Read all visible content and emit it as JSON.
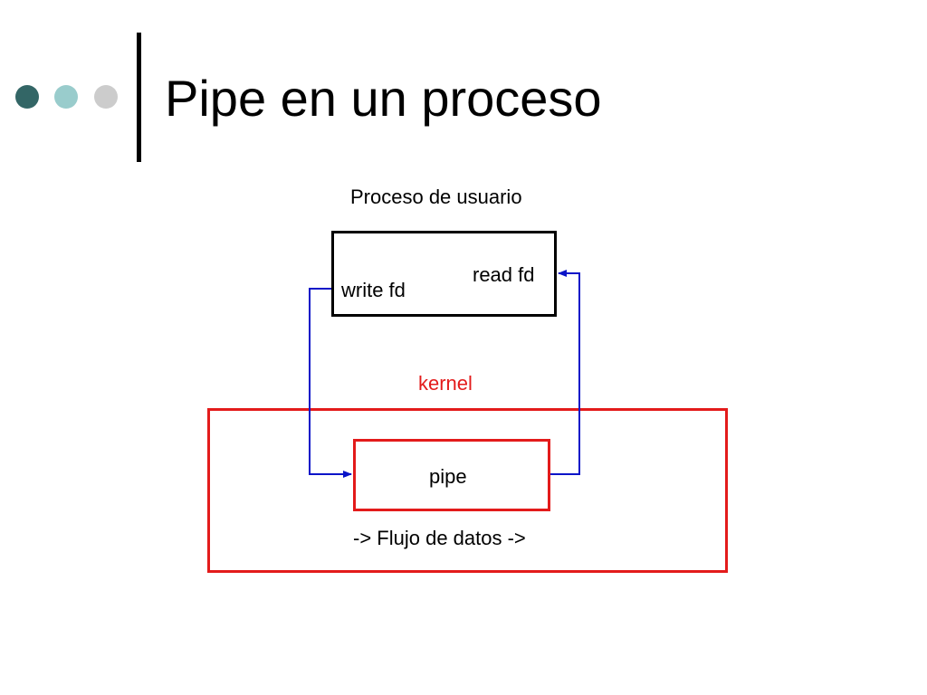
{
  "slide": {
    "title": "Pipe en un proceso",
    "bullet_colors": [
      "#336666",
      "#99CCCC",
      "#CCCCCC"
    ]
  },
  "diagram": {
    "user_process": {
      "label": "Proceso de usuario",
      "write_fd": "write fd",
      "read_fd": "read fd",
      "border_color": "#000000"
    },
    "kernel": {
      "label": "kernel",
      "color": "#e31b1b"
    },
    "pipe": {
      "label": "pipe",
      "color": "#e31b1b"
    },
    "flow_label": "-> Flujo de datos ->",
    "arrow_color": "#0a14c8"
  }
}
